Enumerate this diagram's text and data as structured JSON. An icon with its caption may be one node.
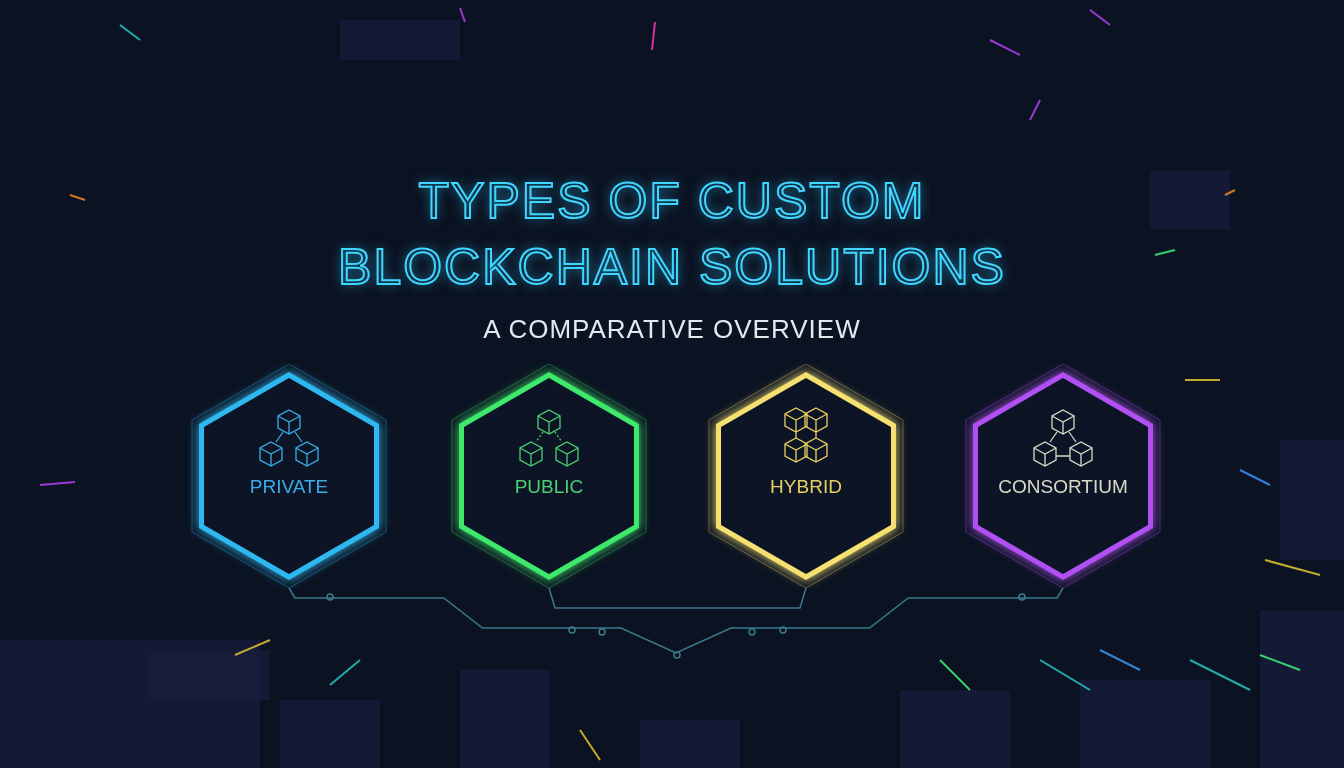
{
  "diagram": {
    "title": "TYPES OF CUSTOM BLOCKCHAIN SOLUTIONS",
    "nodes": [
      {
        "text": [
          "PRIVATE"
        ]
      },
      {
        "text": [
          "PUBLIC"
        ]
      },
      {
        "text": [
          "HYBRID"
        ]
      },
      {
        "text": [
          "CONSORTIUM"
        ]
      }
    ],
    "edges": [
      {
        "from": 0,
        "to": 3,
        "arrow": "none"
      },
      {
        "from": 1,
        "to": 2,
        "arrow": "none"
      }
    ],
    "labels": [
      "A COMPARATIVE OVERVIEW"
    ]
  }
}
